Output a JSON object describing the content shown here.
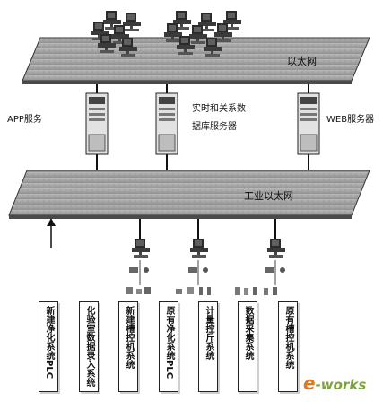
{
  "top_network": {
    "label": "以太网"
  },
  "servers": {
    "app": "APP服务",
    "realtime_line1": "实时和关系数",
    "realtime_line2": "据库服务器",
    "web": "WEB服务器"
  },
  "industrial_network": {
    "label": "工业以太网"
  },
  "systems": [
    {
      "label": "新建净化系统PLC"
    },
    {
      "label": "化验室数据录入系统"
    },
    {
      "label": "新建槽控机系统"
    },
    {
      "label": "原有净化系统PLC"
    },
    {
      "label": "计量控斤系统"
    },
    {
      "label": "数据采集系统"
    },
    {
      "label": "原有槽控机系统"
    }
  ],
  "watermark": {
    "e": "e",
    "rest": "-works"
  }
}
